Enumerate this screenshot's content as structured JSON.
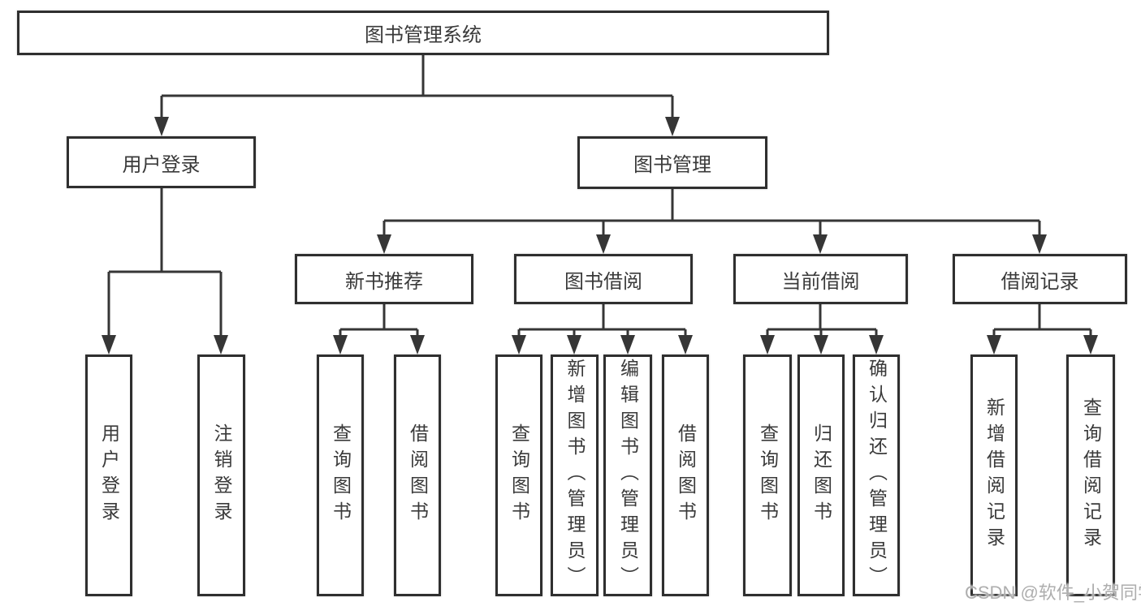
{
  "tree": {
    "label": "图书管理系统",
    "children": [
      {
        "label": "用户登录",
        "children": [
          {
            "label": "用户登录"
          },
          {
            "label": "注销登录"
          }
        ]
      },
      {
        "label": "图书管理",
        "children": [
          {
            "label": "新书推荐",
            "children": [
              {
                "label": "查询图书"
              },
              {
                "label": "借阅图书"
              }
            ]
          },
          {
            "label": "图书借阅",
            "children": [
              {
                "label": "查询图书"
              },
              {
                "label": "新增图书（管理员）"
              },
              {
                "label": "编辑图书（管理员）"
              },
              {
                "label": "借阅图书"
              }
            ]
          },
          {
            "label": "当前借阅",
            "children": [
              {
                "label": "查询图书"
              },
              {
                "label": "归还图书"
              },
              {
                "label": "确认归还（管理员）"
              }
            ]
          },
          {
            "label": "借阅记录",
            "children": [
              {
                "label": "新增借阅记录"
              },
              {
                "label": "查询借阅记录"
              }
            ]
          }
        ]
      }
    ]
  },
  "watermark": {
    "text": "CSDN @软件_小贺同学"
  },
  "colors": {
    "border": "#2f2f2f",
    "line": "#363636",
    "text": "#3a3a3a",
    "watermark": "#aeaeae",
    "background": "#ffffff"
  }
}
